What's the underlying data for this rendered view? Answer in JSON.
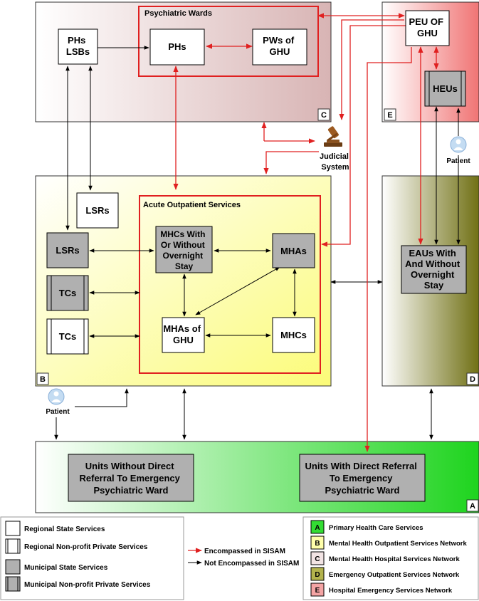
{
  "regions": {
    "c": {
      "title": "Psychiatric Wards",
      "corner": "C"
    },
    "e": {
      "corner": "E"
    },
    "b": {
      "title": "Acute Outpatient Services",
      "corner": "B"
    },
    "d": {
      "corner": "D"
    },
    "a": {
      "corner": "A"
    }
  },
  "units": {
    "phs_lsbs": [
      "PHs",
      "LSBs"
    ],
    "phs": [
      "PHs"
    ],
    "pws_ghu": [
      "PWs of",
      "GHU"
    ],
    "peu_ghu": [
      "PEU OF",
      "GHU"
    ],
    "heus": [
      "HEUs"
    ],
    "lsrs_white": [
      "LSRs"
    ],
    "lsrs_gray": [
      "LSRs"
    ],
    "tcs_gray": [
      "TCs"
    ],
    "tcs_white": [
      "TCs"
    ],
    "mhcs_overnight": [
      "MHCs With",
      "Or Without",
      "Overnight",
      "Stay"
    ],
    "mhas": [
      "MHAs"
    ],
    "mhas_ghu": [
      "MHAs of",
      "GHU"
    ],
    "mhcs": [
      "MHCs"
    ],
    "eaus": [
      "EAUs With",
      "And Without",
      "Overnight",
      "Stay"
    ],
    "units_without": [
      "Units Without Direct",
      "Referral To Emergency",
      "Psychiatric Ward"
    ],
    "units_with": [
      "Units With Direct Referral",
      "To Emergency",
      "Psychiatric Ward"
    ]
  },
  "judicial": [
    "Judicial",
    "System"
  ],
  "patient_label": "Patient",
  "legend_left": {
    "items": [
      {
        "style": "white",
        "label": "Regional State Services"
      },
      {
        "style": "white-bars",
        "label": "Regional Non-profit Private Services"
      },
      {
        "style": "gray",
        "label": "Municipal State Services"
      },
      {
        "style": "gray-bars",
        "label": "Municipal Non-profit Private Services"
      }
    ]
  },
  "legend_arrows": {
    "items": [
      {
        "color": "#e02020",
        "label": "Encompassed in SISAM"
      },
      {
        "color": "#000000",
        "label": "Not Encompassed in SISAM"
      }
    ]
  },
  "legend_right": {
    "items": [
      {
        "letter": "A",
        "color": "#33dd33",
        "label": "Primary Health Care Services"
      },
      {
        "letter": "B",
        "color": "#ffffaa",
        "label": "Mental Health Outpatient Services Network"
      },
      {
        "letter": "C",
        "color": "#f2e4e4",
        "label": "Mental Health Hospital Services Network"
      },
      {
        "letter": "D",
        "color": "#b3b34d",
        "label": "Emergency Outpatient Services Network"
      },
      {
        "letter": "E",
        "color": "#f4a4a4",
        "label": "Hospital Emergency Services Network"
      }
    ]
  },
  "colors": {
    "encompassed": "#e02020",
    "not_encompassed": "#000000",
    "municipal_gray": "#b0b0b0"
  }
}
